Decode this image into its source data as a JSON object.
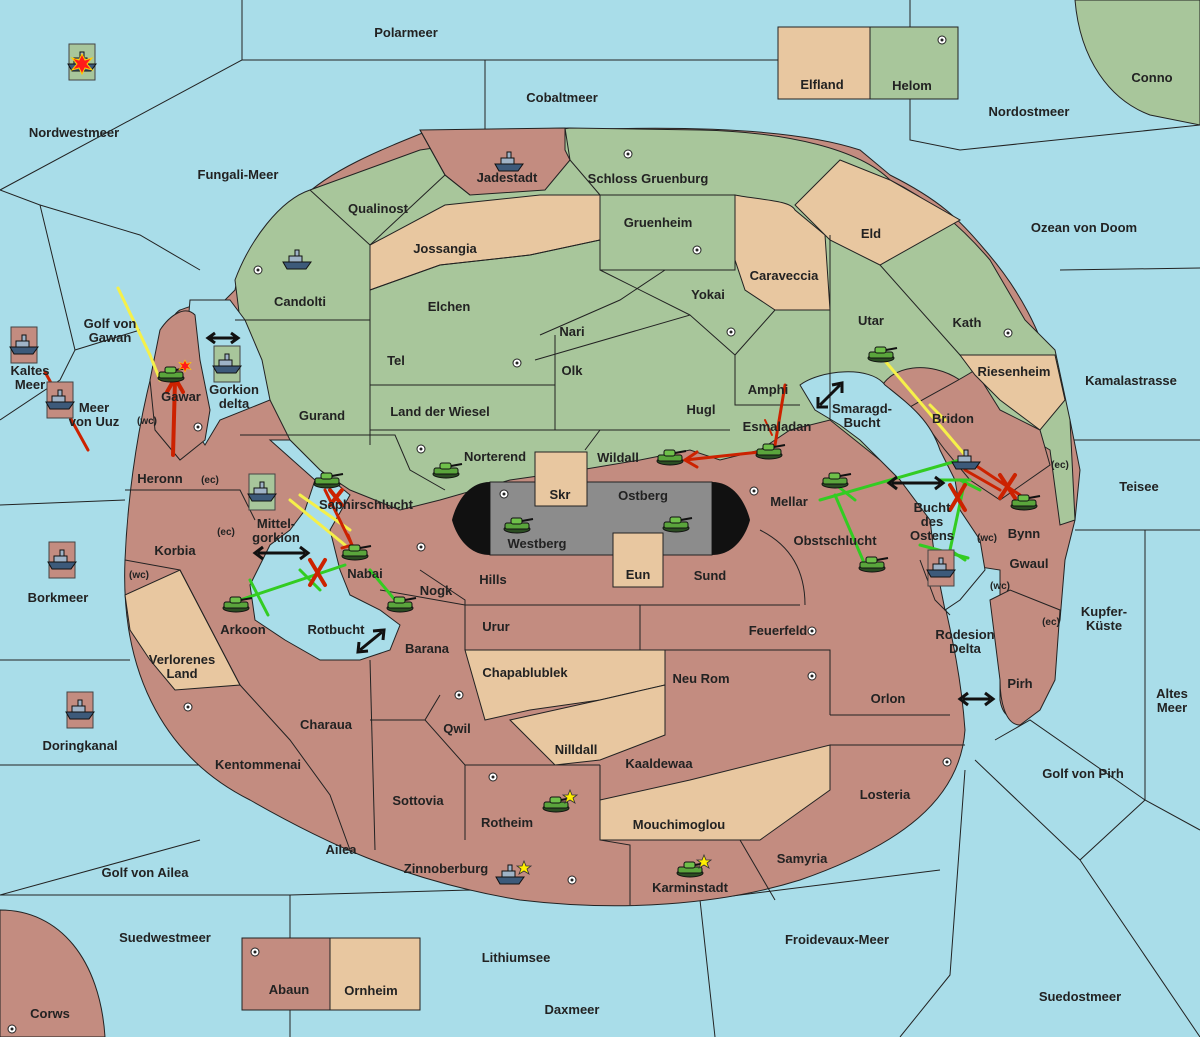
{
  "title": "",
  "colors": {
    "sea": "#a9dde9",
    "land_red": "#c38c80",
    "land_green": "#a8c69b",
    "neutral": "#e8c7a0",
    "impassable": "#8c8c8c",
    "border": "#222222",
    "support": "#33cc22",
    "move_red": "#cc2200",
    "move_yellow": "#f5f04a",
    "star": "#ffee00"
  },
  "sea_labels": [
    "Polarmeer",
    "Cobaltmeer",
    "Nordostmeer",
    "Nordwestmeer",
    "Fungali-Meer",
    "Ozean von Doom",
    "Kamalastrasse",
    "Teisee",
    "Kupfer-\nKüste",
    "Altes\nMeer",
    "Golf von Pirh",
    "Suedostmeer",
    "Froidevaux-Meer",
    "Daxmeer",
    "Lithiumsee",
    "Suedwestmeer",
    "Golf von Ailea",
    "Doringkanal",
    "Borkmeer",
    "Meer\nvon Uuz",
    "Kaltes\nMeer",
    "Golf von\nGawan",
    "Gorkion\ndelta",
    "Mittel-\ngorkion",
    "Rotbucht",
    "Smaragd-\nBucht",
    "Bucht\ndes\nOstens",
    "Rodesion\nDelta"
  ],
  "land_labels": [
    "Elfland",
    "Helom",
    "Conno",
    "Jadestadt",
    "Schloss Gruenburg",
    "Qualinost",
    "Jossangia",
    "Gruenheim",
    "Eld",
    "Caraveccia",
    "Candolti",
    "Elchen",
    "Yokai",
    "Utar",
    "Kath",
    "Nari",
    "Tel",
    "Olk",
    "Riesenheim",
    "Amphi",
    "Gurand",
    "Land der Wiesel",
    "Hugl",
    "Esmaladan",
    "Bridon",
    "Gawar",
    "Heronn",
    "Norterend",
    "Wildall",
    "Skr",
    "Ostberg",
    "Mellar",
    "Saphirschlucht",
    "Westberg",
    "Bynn",
    "Korbia",
    "Nabai",
    "Obstschlucht",
    "Eun",
    "Sund",
    "Gwaul",
    "Hills",
    "Nogk",
    "Arkoon",
    "Urur",
    "Feuerfeld",
    "Verlorenes\nLand",
    "Barana",
    "Chapablublek",
    "Neu Rom",
    "Pirh",
    "Orlon",
    "Qwil",
    "Charaua",
    "Nilldall",
    "Kaaldewaa",
    "Kentommenai",
    "Losteria",
    "Rotheim",
    "Sottovia",
    "Mouchimoglou",
    "Ailea",
    "Zinnoberburg",
    "Samyria",
    "Karminstadt",
    "Abaun",
    "Ornheim",
    "Corws"
  ],
  "coast_labels": [
    "(wc)",
    "(ec)",
    "(wc)",
    "(ec)",
    "(ec)",
    "(wc)",
    "(wc)",
    "(ec)"
  ],
  "units": [
    {
      "kind": "fleet",
      "place": "Nordwestmeer",
      "owner": "green",
      "status": "dislodged"
    },
    {
      "kind": "fleet",
      "place": "Jadestadt",
      "owner": "red"
    },
    {
      "kind": "fleet",
      "place": "Candolti",
      "owner": "green"
    },
    {
      "kind": "fleet",
      "place": "Meer von Uuz",
      "owner": "red"
    },
    {
      "kind": "fleet",
      "place": "Kaltes Meer",
      "owner": "red"
    },
    {
      "kind": "fleet",
      "place": "Gorkion delta",
      "owner": "green"
    },
    {
      "kind": "army",
      "place": "Gawar",
      "owner": "green",
      "status": "dislodged"
    },
    {
      "kind": "fleet",
      "place": "Mittelgorkion",
      "owner": "green"
    },
    {
      "kind": "army",
      "place": "Saphirschlucht",
      "owner": "green"
    },
    {
      "kind": "army",
      "place": "Norterend",
      "owner": "green"
    },
    {
      "kind": "army",
      "place": "Nabai",
      "owner": "green"
    },
    {
      "kind": "army",
      "place": "Arkoon",
      "owner": "green"
    },
    {
      "kind": "army",
      "place": "Nogk",
      "owner": "green"
    },
    {
      "kind": "army",
      "place": "Westberg",
      "owner": "green"
    },
    {
      "kind": "army",
      "place": "Ostberg",
      "owner": "green"
    },
    {
      "kind": "army",
      "place": "Wildall",
      "owner": "green"
    },
    {
      "kind": "army",
      "place": "Esmaladan",
      "owner": "green"
    },
    {
      "kind": "army",
      "place": "Utar",
      "owner": "green"
    },
    {
      "kind": "army",
      "place": "Mellar",
      "owner": "green"
    },
    {
      "kind": "army",
      "place": "Obstschlucht",
      "owner": "green"
    },
    {
      "kind": "fleet",
      "place": "Bridon",
      "owner": "green"
    },
    {
      "kind": "army",
      "place": "Bynn",
      "owner": "green"
    },
    {
      "kind": "fleet",
      "place": "Bucht des Ostens",
      "owner": "red"
    },
    {
      "kind": "fleet",
      "place": "Doringkanal",
      "owner": "red"
    },
    {
      "kind": "fleet",
      "place": "Borkmeer",
      "owner": "red"
    },
    {
      "kind": "army",
      "place": "Rotheim",
      "owner": "green",
      "status": "built"
    },
    {
      "kind": "fleet",
      "place": "Zinnoberburg",
      "owner": "green",
      "status": "built"
    },
    {
      "kind": "army",
      "place": "Karminstadt",
      "owner": "green",
      "status": "built"
    }
  ]
}
